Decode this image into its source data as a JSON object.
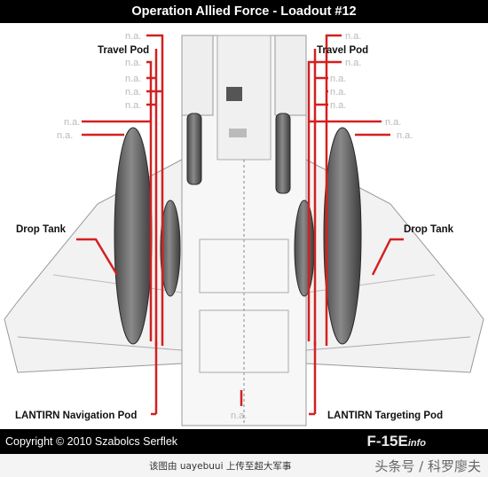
{
  "title": "Operation Allied Force - Loadout #12",
  "labels": {
    "travel_pod": "Travel Pod",
    "drop_tank": "Drop Tank",
    "nav_pod": "LANTIRN Navigation Pod",
    "target_pod": "LANTIRN Targeting Pod",
    "na": "n.a."
  },
  "copyright": "Copyright © 2010 Szabolcs Serflek",
  "brand": {
    "main": "F-15E",
    "suffix": "info"
  },
  "caption": "该图由 uayebuui 上传至超大军事",
  "source": "头条号 / 科罗廖夫",
  "colors": {
    "leader_line": "#d42020",
    "na_text": "#b8b8b8",
    "title_bg": "#000000",
    "store_fill": "#6e6e6e"
  }
}
